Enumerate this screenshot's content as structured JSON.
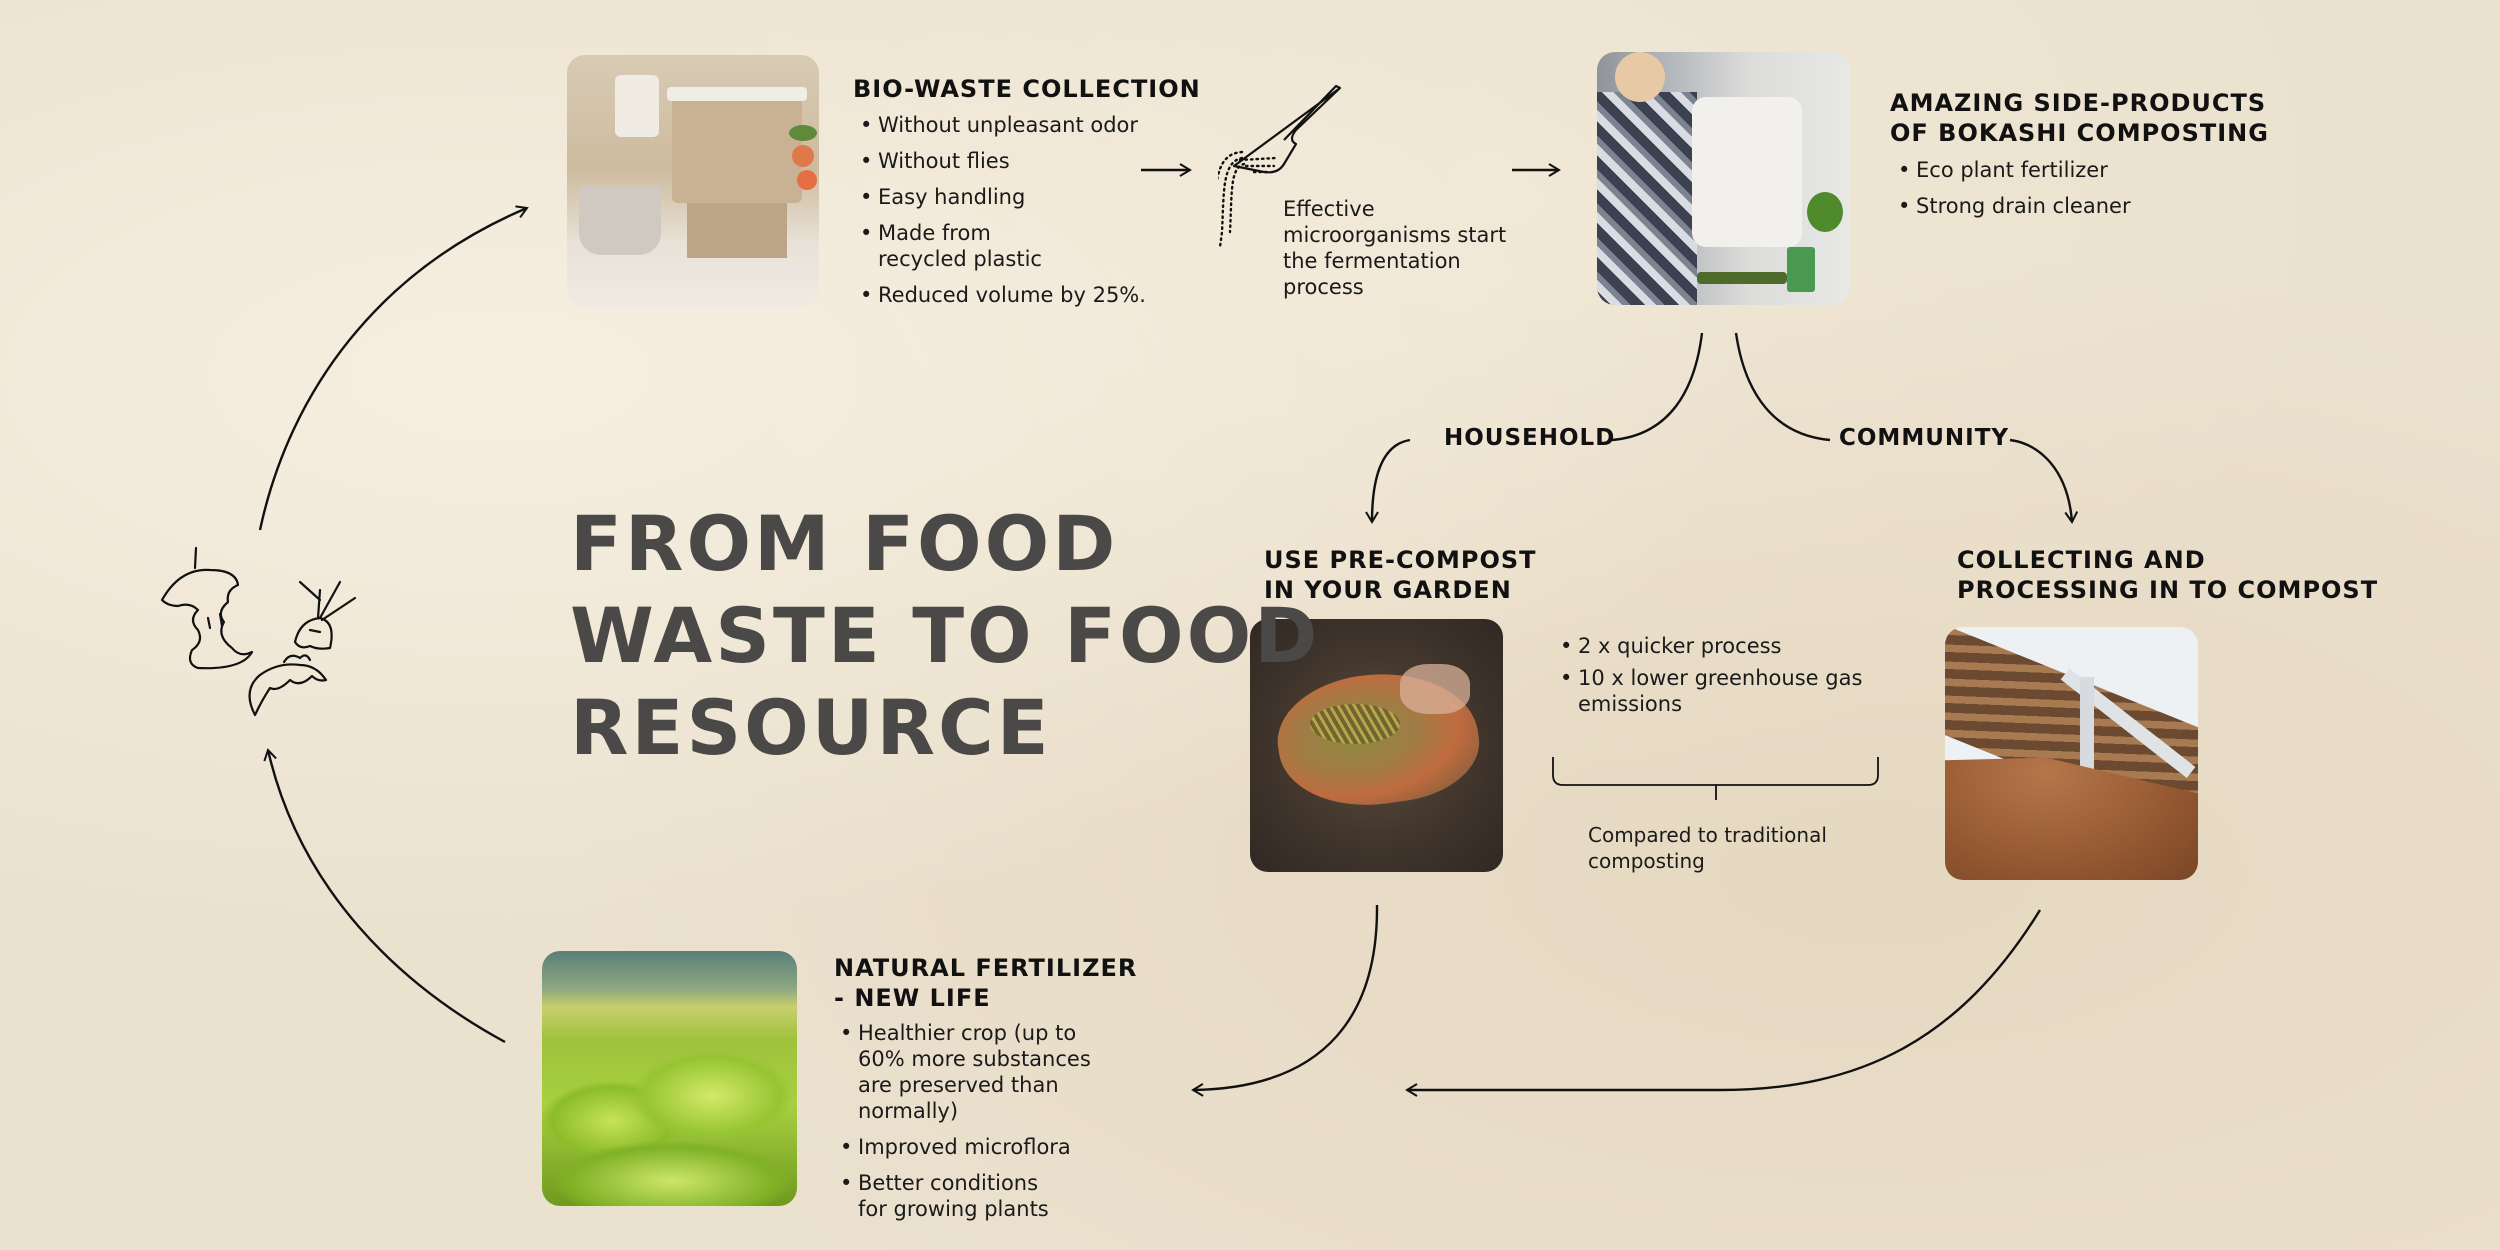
{
  "title": {
    "lines": [
      "FROM FOOD",
      "WASTE TO FOOD",
      "RESOURCE"
    ]
  },
  "colors": {
    "background": "#ebe1cf",
    "title_text": "#4a4947",
    "text": "#111111",
    "lines": "#111111"
  },
  "steps": {
    "collection": {
      "heading": "BIO-WASTE COLLECTION",
      "image": "bokashi-bin-kitchen-photo",
      "bullets": [
        "Without unpleasant odor",
        "Without flies",
        "Easy handling",
        "Made from recycled plastic",
        "Reduced volume by 25%."
      ]
    },
    "microorganisms": {
      "icon": "pouring-scoop-icon",
      "text": "Effective microorganisms start the fermentation process"
    },
    "side_products": {
      "heading_line1": "AMAZING SIDE-PRODUCTS",
      "heading_line2": "OF BOKASHI COMPOSTING",
      "image": "woman-draining-bokashi-bucket-photo",
      "bullets": [
        "Eco plant fertilizer",
        "Strong drain cleaner"
      ]
    },
    "branches": {
      "household": "HOUSEHOLD",
      "community": "COMMUNITY"
    },
    "pre_compost": {
      "heading_line1": "USE PRE-COMPOST",
      "heading_line2": "IN YOUR GARDEN",
      "image": "pre-compost-in-soil-photo",
      "bullets": [
        "2 x quicker process",
        "10 x lower greenhouse gas emissions"
      ],
      "bracket_note": "Compared to traditional composting"
    },
    "community_compost": {
      "heading_line1": "COLLECTING AND",
      "heading_line2": "PROCESSING IN TO COMPOST",
      "image": "compost-pile-under-shelter-photo"
    },
    "fertilizer": {
      "heading_line1": "NATURAL FERTILIZER",
      "heading_line2": "- NEW LIFE",
      "image": "cabbage-field-photo",
      "bullets": [
        "Healthier crop (up to 60% more substances are preserved than normally)",
        "Improved microflora",
        "Better conditions for growing plants"
      ]
    },
    "food_waste": {
      "icons": [
        "apple-core-icon",
        "carrot-icon",
        "bitten-fruit-icon"
      ]
    }
  }
}
